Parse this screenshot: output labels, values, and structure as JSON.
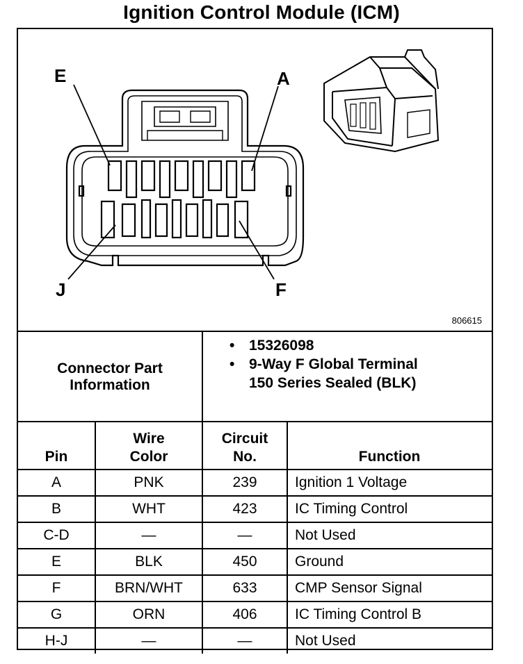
{
  "title": "Ignition Control Module (ICM)",
  "diagram": {
    "label_e": "E",
    "label_a": "A",
    "label_j": "J",
    "label_f": "F",
    "ref_number": "806615"
  },
  "connector_info": {
    "heading_line1": "Connector Part",
    "heading_line2": "Information",
    "items": [
      "15326098",
      "9-Way F Global Terminal 150 Series Sealed (BLK)"
    ]
  },
  "pin_table": {
    "headers": {
      "pin": "Pin",
      "wire_line1": "Wire",
      "wire_line2": "Color",
      "circuit_line1": "Circuit",
      "circuit_line2": "No.",
      "function": "Function"
    },
    "rows": [
      {
        "pin": "A",
        "wire": "PNK",
        "circuit": "239",
        "function": "Ignition 1 Voltage"
      },
      {
        "pin": "B",
        "wire": "WHT",
        "circuit": "423",
        "function": "IC Timing Control"
      },
      {
        "pin": "C-D",
        "wire": "—",
        "circuit": "—",
        "function": "Not Used"
      },
      {
        "pin": "E",
        "wire": "BLK",
        "circuit": "450",
        "function": "Ground"
      },
      {
        "pin": "F",
        "wire": "BRN/WHT",
        "circuit": "633",
        "function": "CMP Sensor Signal"
      },
      {
        "pin": "G",
        "wire": "ORN",
        "circuit": "406",
        "function": "IC Timing Control B"
      },
      {
        "pin": "H-J",
        "wire": "—",
        "circuit": "—",
        "function": "Not Used"
      }
    ]
  }
}
